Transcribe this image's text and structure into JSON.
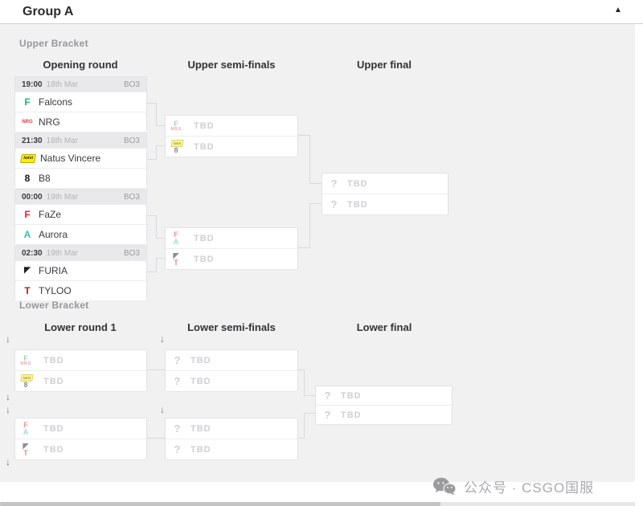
{
  "header": {
    "title": "Group A",
    "collapse_icon": "▲"
  },
  "tbd_label": "TBD",
  "upper_bracket": {
    "label": "Upper Bracket",
    "columns": [
      "Opening round",
      "Upper semi-finals",
      "Upper final"
    ],
    "opening_matches": [
      {
        "time": "19:00",
        "date": "18th Mar",
        "format": "BO3",
        "teams": [
          {
            "name": "Falcons",
            "logo": "falcons"
          },
          {
            "name": "NRG",
            "logo": "nrg"
          }
        ]
      },
      {
        "time": "21:30",
        "date": "18th Mar",
        "format": "BO3",
        "teams": [
          {
            "name": "Natus Vincere",
            "logo": "navi"
          },
          {
            "name": "B8",
            "logo": "b8"
          }
        ]
      },
      {
        "time": "00:00",
        "date": "19th Mar",
        "format": "BO3",
        "teams": [
          {
            "name": "FaZe",
            "logo": "faze"
          },
          {
            "name": "Aurora",
            "logo": "aurora"
          }
        ]
      },
      {
        "time": "02:30",
        "date": "19th Mar",
        "format": "BO3",
        "teams": [
          {
            "name": "FURIA",
            "logo": "furia"
          },
          {
            "name": "TYLOO",
            "logo": "tyloo"
          }
        ]
      }
    ],
    "semi_finals": [
      {
        "slots": [
          {
            "label": "TBD",
            "ghosts": [
              "falcons",
              "nrg"
            ]
          },
          {
            "label": "TBD",
            "ghosts": [
              "navi",
              "b8"
            ]
          }
        ]
      },
      {
        "slots": [
          {
            "label": "TBD",
            "ghosts": [
              "faze",
              "aurora"
            ]
          },
          {
            "label": "TBD",
            "ghosts": [
              "furia",
              "tyloo"
            ]
          }
        ]
      }
    ],
    "final": {
      "slots": [
        {
          "label": "TBD",
          "ghosts": [
            "unknown"
          ]
        },
        {
          "label": "TBD",
          "ghosts": [
            "unknown"
          ]
        }
      ]
    }
  },
  "lower_bracket": {
    "label": "Lower Bracket",
    "columns": [
      "Lower round 1",
      "Lower semi-finals",
      "Lower final"
    ],
    "round1": [
      {
        "slots": [
          {
            "label": "TBD",
            "ghosts": [
              "falcons",
              "nrg"
            ]
          },
          {
            "label": "TBD",
            "ghosts": [
              "navi",
              "b8"
            ]
          }
        ]
      },
      {
        "slots": [
          {
            "label": "TBD",
            "ghosts": [
              "faze",
              "aurora"
            ]
          },
          {
            "label": "TBD",
            "ghosts": [
              "furia",
              "tyloo"
            ]
          }
        ]
      }
    ],
    "semi_finals": [
      {
        "slots": [
          {
            "label": "TBD",
            "ghosts": [
              "unknown"
            ]
          },
          {
            "label": "TBD",
            "ghosts": [
              "unknown"
            ]
          }
        ]
      },
      {
        "slots": [
          {
            "label": "TBD",
            "ghosts": [
              "unknown"
            ]
          },
          {
            "label": "TBD",
            "ghosts": [
              "unknown"
            ]
          }
        ]
      }
    ],
    "final": {
      "slots": [
        {
          "label": "TBD",
          "ghosts": [
            "unknown"
          ]
        },
        {
          "label": "TBD",
          "ghosts": [
            "unknown"
          ]
        }
      ]
    }
  },
  "watermark": {
    "icon": "wechat-bubbles-icon",
    "text": "公众号 · CSGO国服"
  },
  "logos": {
    "falcons": {
      "name": "falcons-logo",
      "text": "F",
      "color": "#2bb573"
    },
    "nrg": {
      "name": "nrg-logo",
      "text": "NRG",
      "color": "#e03a3e",
      "size": 6
    },
    "navi": {
      "name": "natus-vincere-logo",
      "text": "NAVI",
      "color": "#111111",
      "bg": "#ffee00",
      "box": true
    },
    "b8": {
      "name": "b8-logo",
      "text": "8",
      "color": "#151515"
    },
    "faze": {
      "name": "faze-logo",
      "text": "F",
      "color": "#e4232c"
    },
    "aurora": {
      "name": "aurora-logo",
      "text": "A",
      "color": "#35c0ae"
    },
    "furia": {
      "name": "furia-logo",
      "text": "◤",
      "color": "#1e1e1e",
      "size": 10
    },
    "tyloo": {
      "name": "tyloo-logo",
      "text": "T",
      "color": "#a8242b"
    },
    "unknown": {
      "name": "tbd-logo",
      "text": "?",
      "color": "#cfcfd4"
    }
  },
  "colors": {
    "background": "#f1f1f2",
    "card_border": "#e2e2e5",
    "header_bg": "#e9e9eb"
  }
}
